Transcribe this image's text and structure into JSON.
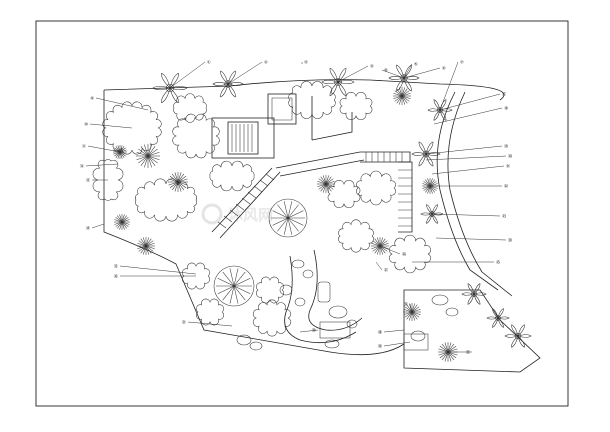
{
  "drawing": {
    "frame_color": "#222222",
    "line_color": "#222222"
  },
  "watermark": {
    "text": "沐风网"
  },
  "plant_tags": {
    "top": [
      "①",
      "②",
      "③",
      "④",
      "⑤",
      "⑥",
      "⑦",
      "⑧"
    ],
    "left": [
      "⑨",
      "⑩",
      "⑪",
      "⑫",
      "⑬",
      "⑭",
      "⑮",
      "⑯"
    ],
    "right": [
      "⑰",
      "⑱",
      "⑲",
      "⑳",
      "㉑",
      "㉒",
      "㉓",
      "㉔",
      "㉕",
      "㉖",
      "㉗"
    ],
    "bottom": [
      "㉘",
      "㉙",
      "㉚",
      "㉛",
      "㉜",
      "㉝"
    ]
  }
}
